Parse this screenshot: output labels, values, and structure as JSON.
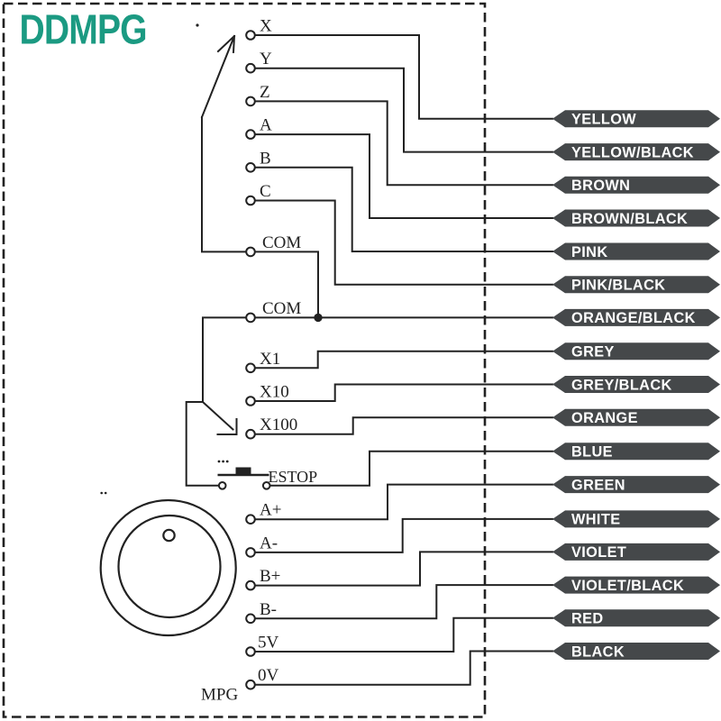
{
  "brand": {
    "name": "DDMPG"
  },
  "colors": {
    "brand": "#1b9a82",
    "line": "#222222",
    "flag_bg": "#45484a",
    "flag_text": "#ffffff"
  },
  "terminal_labels": [
    "X",
    "Y",
    "Z",
    "A",
    "B",
    "C",
    "COM",
    "COM",
    "X1",
    "X10",
    "X100",
    "A+",
    "A-",
    "B+",
    "B-",
    "5V",
    "0V"
  ],
  "estop": {
    "label": "ESTOP"
  },
  "wheel": {
    "label": "MPG"
  },
  "wire_labels": [
    "YELLOW",
    "YELLOW/BLACK",
    "BROWN",
    "BROWN/BLACK",
    "PINK",
    "PINK/BLACK",
    "ORANGE/BLACK",
    "GREY",
    "GREY/BLACK",
    "ORANGE",
    "BLUE",
    "GREEN",
    "WHITE",
    "VIOLET",
    "VIOLET/BLACK",
    "RED",
    "BLACK"
  ],
  "connections": [
    {
      "from": "X",
      "to": "YELLOW"
    },
    {
      "from": "Y",
      "to": "YELLOW/BLACK"
    },
    {
      "from": "Z",
      "to": "BROWN"
    },
    {
      "from": "A",
      "to": "BROWN/BLACK"
    },
    {
      "from": "B",
      "to": "PINK"
    },
    {
      "from": "C",
      "to": "PINK/BLACK"
    },
    {
      "from": "COM",
      "to": "ORANGE/BLACK"
    },
    {
      "from": "X1",
      "to": "GREY"
    },
    {
      "from": "X10",
      "to": "GREY/BLACK"
    },
    {
      "from": "X100",
      "to": "ORANGE"
    },
    {
      "from": "ESTOP",
      "to": "BLUE"
    },
    {
      "from": "A+",
      "to": "GREEN"
    },
    {
      "from": "A-",
      "to": "WHITE"
    },
    {
      "from": "B+",
      "to": "VIOLET"
    },
    {
      "from": "B-",
      "to": "VIOLET/BLACK"
    },
    {
      "from": "5V",
      "to": "RED"
    },
    {
      "from": "0V",
      "to": "BLACK"
    }
  ]
}
